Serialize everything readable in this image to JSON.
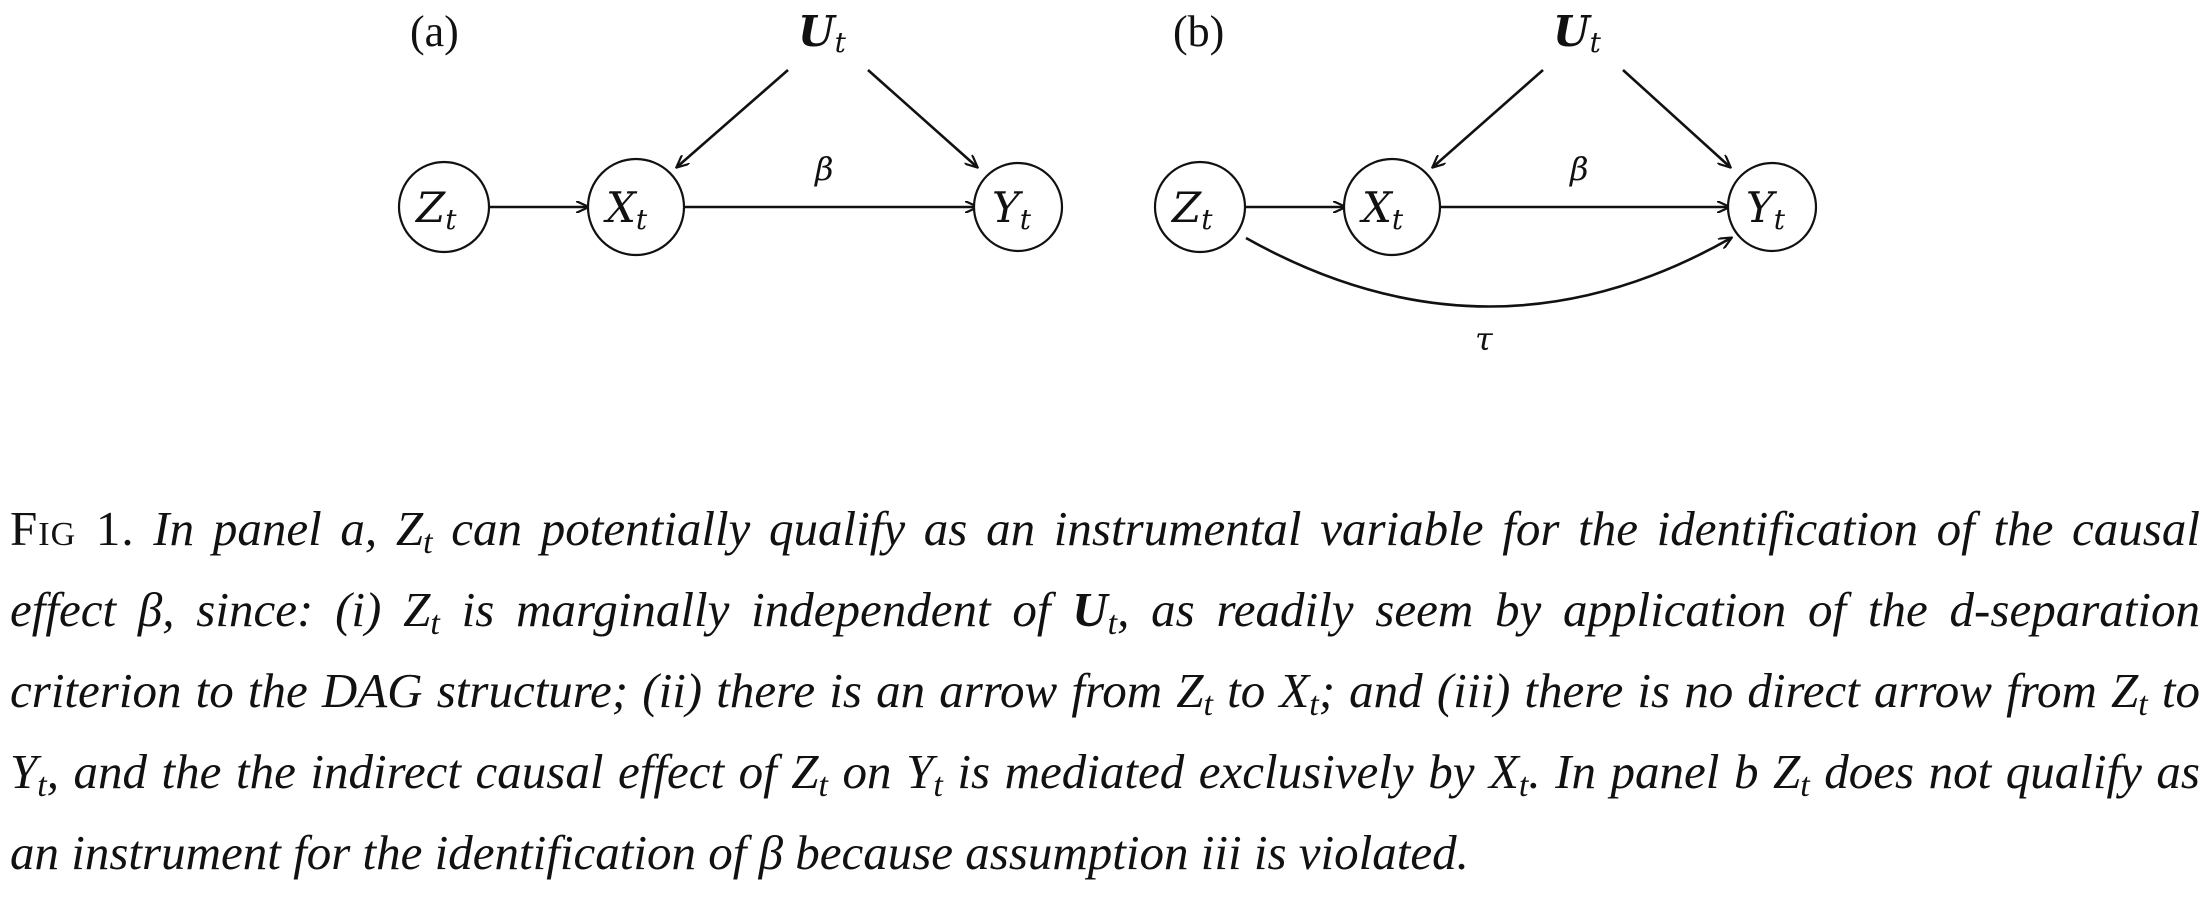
{
  "figure": {
    "panels": [
      {
        "id": "a",
        "label": "(a)",
        "nodes": {
          "Z": {
            "main": "Z",
            "sub": "t"
          },
          "X": {
            "main": "X",
            "sub": "t"
          },
          "Y": {
            "main": "Y",
            "sub": "t"
          },
          "U": {
            "main": "U",
            "sub": "t"
          }
        },
        "edge_labels": {
          "XY": "β"
        }
      },
      {
        "id": "b",
        "label": "(b)",
        "nodes": {
          "Z": {
            "main": "Z",
            "sub": "t"
          },
          "X": {
            "main": "X",
            "sub": "t"
          },
          "Y": {
            "main": "Y",
            "sub": "t"
          },
          "U": {
            "main": "U",
            "sub": "t"
          }
        },
        "edge_labels": {
          "XY": "β",
          "ZY": "τ"
        }
      }
    ]
  },
  "caption": {
    "lead": "Fig 1.",
    "segments": [
      {
        "t": " In panel a, ",
        "s": "it"
      },
      {
        "t": "Z",
        "s": "it"
      },
      {
        "t": "t",
        "s": "sub"
      },
      {
        "t": " can potentially qualify as an instrumental variable for the identification of the causal effect β, since: (i) ",
        "s": "it"
      },
      {
        "t": "Z",
        "s": "it"
      },
      {
        "t": "t",
        "s": "sub"
      },
      {
        "t": " is marginally independent of ",
        "s": "it"
      },
      {
        "t": "U",
        "s": "bold"
      },
      {
        "t": "t",
        "s": "sub"
      },
      {
        "t": ", as readily seem by application of the d-separation criterion to the DAG structure; (ii) there is an arrow from ",
        "s": "it"
      },
      {
        "t": "Z",
        "s": "it"
      },
      {
        "t": "t",
        "s": "sub"
      },
      {
        "t": " to ",
        "s": "it"
      },
      {
        "t": "X",
        "s": "it"
      },
      {
        "t": "t",
        "s": "sub"
      },
      {
        "t": "; and (iii) there is no direct arrow from ",
        "s": "it"
      },
      {
        "t": "Z",
        "s": "it"
      },
      {
        "t": "t",
        "s": "sub"
      },
      {
        "t": " to ",
        "s": "it"
      },
      {
        "t": "Y",
        "s": "it"
      },
      {
        "t": "t",
        "s": "sub"
      },
      {
        "t": ", and the the indirect causal effect of ",
        "s": "it"
      },
      {
        "t": "Z",
        "s": "it"
      },
      {
        "t": "t",
        "s": "sub"
      },
      {
        "t": " on ",
        "s": "it"
      },
      {
        "t": "Y",
        "s": "it"
      },
      {
        "t": "t",
        "s": "sub"
      },
      {
        "t": " is mediated exclusively by ",
        "s": "it"
      },
      {
        "t": "X",
        "s": "it"
      },
      {
        "t": "t",
        "s": "sub"
      },
      {
        "t": ". In panel b ",
        "s": "it"
      },
      {
        "t": "Z",
        "s": "it"
      },
      {
        "t": "t",
        "s": "sub"
      },
      {
        "t": " does not qualify as an instrument for the identification of β because assumption iii is violated.",
        "s": "it"
      }
    ]
  }
}
